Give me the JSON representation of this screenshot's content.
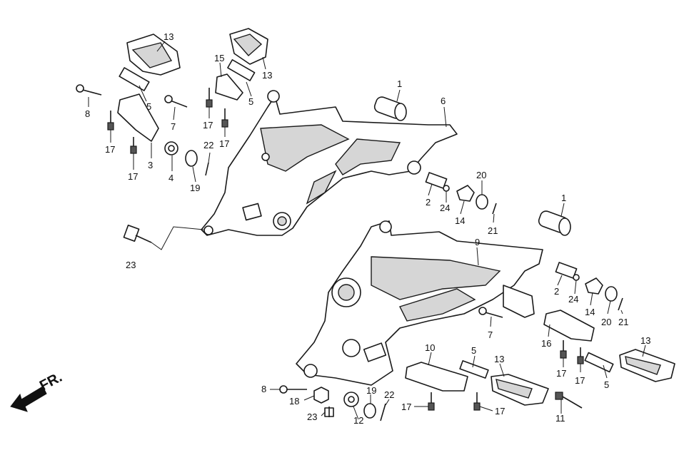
{
  "direction": {
    "label": "FR."
  },
  "labels": [
    {
      "id": "c13a",
      "text": "13"
    },
    {
      "id": "c5a",
      "text": "5"
    },
    {
      "id": "c8a",
      "text": "8"
    },
    {
      "id": "c17a",
      "text": "17"
    },
    {
      "id": "c17b",
      "text": "17"
    },
    {
      "id": "c3",
      "text": "3"
    },
    {
      "id": "c4",
      "text": "4"
    },
    {
      "id": "c7a",
      "text": "7"
    },
    {
      "id": "c19a",
      "text": "19"
    },
    {
      "id": "c22a",
      "text": "22"
    },
    {
      "id": "c15",
      "text": "15"
    },
    {
      "id": "c13b",
      "text": "13"
    },
    {
      "id": "c5b",
      "text": "5"
    },
    {
      "id": "c17c",
      "text": "17"
    },
    {
      "id": "c17d",
      "text": "17"
    },
    {
      "id": "c1a",
      "text": "1"
    },
    {
      "id": "c6",
      "text": "6"
    },
    {
      "id": "c2a",
      "text": "2"
    },
    {
      "id": "c24a",
      "text": "24"
    },
    {
      "id": "c20a",
      "text": "20"
    },
    {
      "id": "c14a",
      "text": "14"
    },
    {
      "id": "c21a",
      "text": "21"
    },
    {
      "id": "c23a",
      "text": "23"
    },
    {
      "id": "c1b",
      "text": "1"
    },
    {
      "id": "c9",
      "text": "9"
    },
    {
      "id": "c2b",
      "text": "2"
    },
    {
      "id": "c24b",
      "text": "24"
    },
    {
      "id": "c14b",
      "text": "14"
    },
    {
      "id": "c20b",
      "text": "20"
    },
    {
      "id": "c21b",
      "text": "21"
    },
    {
      "id": "c7b",
      "text": "7"
    },
    {
      "id": "c16",
      "text": "16"
    },
    {
      "id": "c13c",
      "text": "13"
    },
    {
      "id": "c17e",
      "text": "17"
    },
    {
      "id": "c17f",
      "text": "17"
    },
    {
      "id": "c5c",
      "text": "5"
    },
    {
      "id": "c10",
      "text": "10"
    },
    {
      "id": "c5d",
      "text": "5"
    },
    {
      "id": "c13d",
      "text": "13"
    },
    {
      "id": "c8b",
      "text": "8"
    },
    {
      "id": "c18",
      "text": "18"
    },
    {
      "id": "c19b",
      "text": "19"
    },
    {
      "id": "c22b",
      "text": "22"
    },
    {
      "id": "c23b",
      "text": "23"
    },
    {
      "id": "c12",
      "text": "12"
    },
    {
      "id": "c17g",
      "text": "17"
    },
    {
      "id": "c17h",
      "text": "17"
    },
    {
      "id": "c11",
      "text": "11"
    }
  ]
}
